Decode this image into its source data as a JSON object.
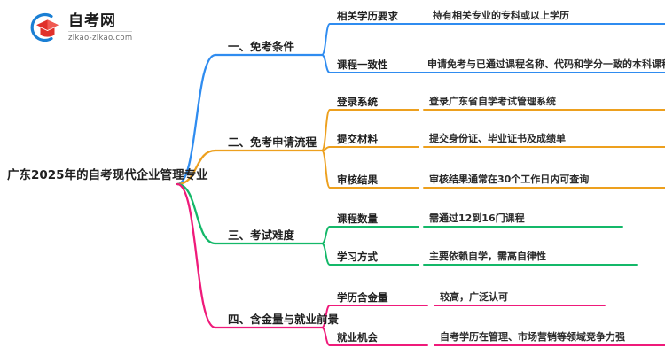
{
  "logo": {
    "title": "自考网",
    "subtitle": "zikao-zikao.com",
    "mark_icon": "graduation-cap-logo-icon",
    "arc_color": "#1a7fd4",
    "cap_color": "#e0302a"
  },
  "mindmap": {
    "root": {
      "label": "广东2025年的自考现代企业管理专业"
    },
    "branches": [
      {
        "label": "一、免考条件",
        "color": "#2f8cf0",
        "children": [
          {
            "label": "相关学历要求",
            "detail": "持有相关专业的专科或以上学历"
          },
          {
            "label": "课程一致性",
            "detail": "申请免考与已通过课程名称、代码和学分一致的本科课程"
          }
        ]
      },
      {
        "label": "二、免考申请流程",
        "color": "#eda01e",
        "children": [
          {
            "label": "登录系统",
            "detail": "登录广东省自学考试管理系统"
          },
          {
            "label": "提交材料",
            "detail": "提交身份证、毕业证书及成绩单"
          },
          {
            "label": "审核结果",
            "detail": "审核结果通常在30个工作日内可查询"
          }
        ]
      },
      {
        "label": "三、考试难度",
        "color": "#14b869",
        "children": [
          {
            "label": "课程数量",
            "detail": "需通过12到16门课程"
          },
          {
            "label": "学习方式",
            "detail": "主要依赖自学，需高自律性"
          }
        ]
      },
      {
        "label": "四、含金量与就业前景",
        "color": "#ef1a7a",
        "children": [
          {
            "label": "学历含金量",
            "detail": "较高，广泛认可"
          },
          {
            "label": "就业机会",
            "detail": "自考学历在管理、市场营销等领域竞争力强"
          }
        ]
      }
    ]
  }
}
